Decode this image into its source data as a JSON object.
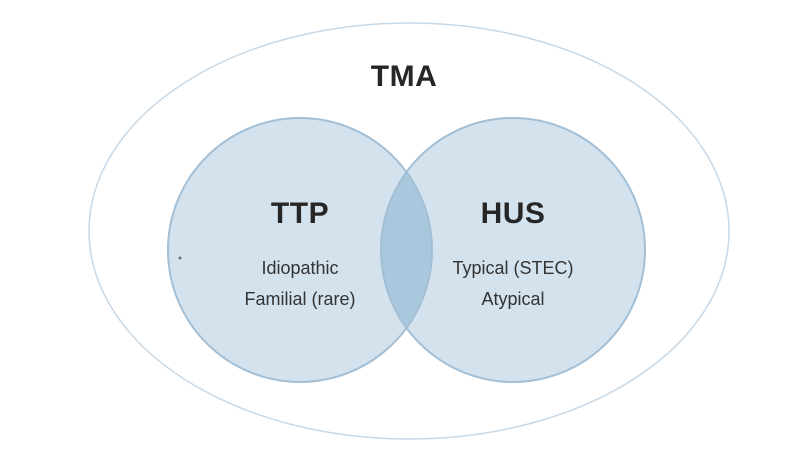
{
  "figure": {
    "title": "TMA",
    "type": "venn-diagram",
    "sets": [
      {
        "id": "ttp",
        "label": "TTP",
        "items": [
          "Idiopathic",
          "Familial (rare)"
        ]
      },
      {
        "id": "hus",
        "label": "HUS",
        "items": [
          "Typical (STEC)",
          "Atypical"
        ]
      }
    ]
  },
  "colors": {
    "outer_ellipse_stroke": "#c7d8e6",
    "set_circle_fill": "#d4e2ed",
    "set_circle_stroke": "#a3bfd5",
    "overlap_fill": "#a9c8dd",
    "stray_mark": "#555d66"
  }
}
